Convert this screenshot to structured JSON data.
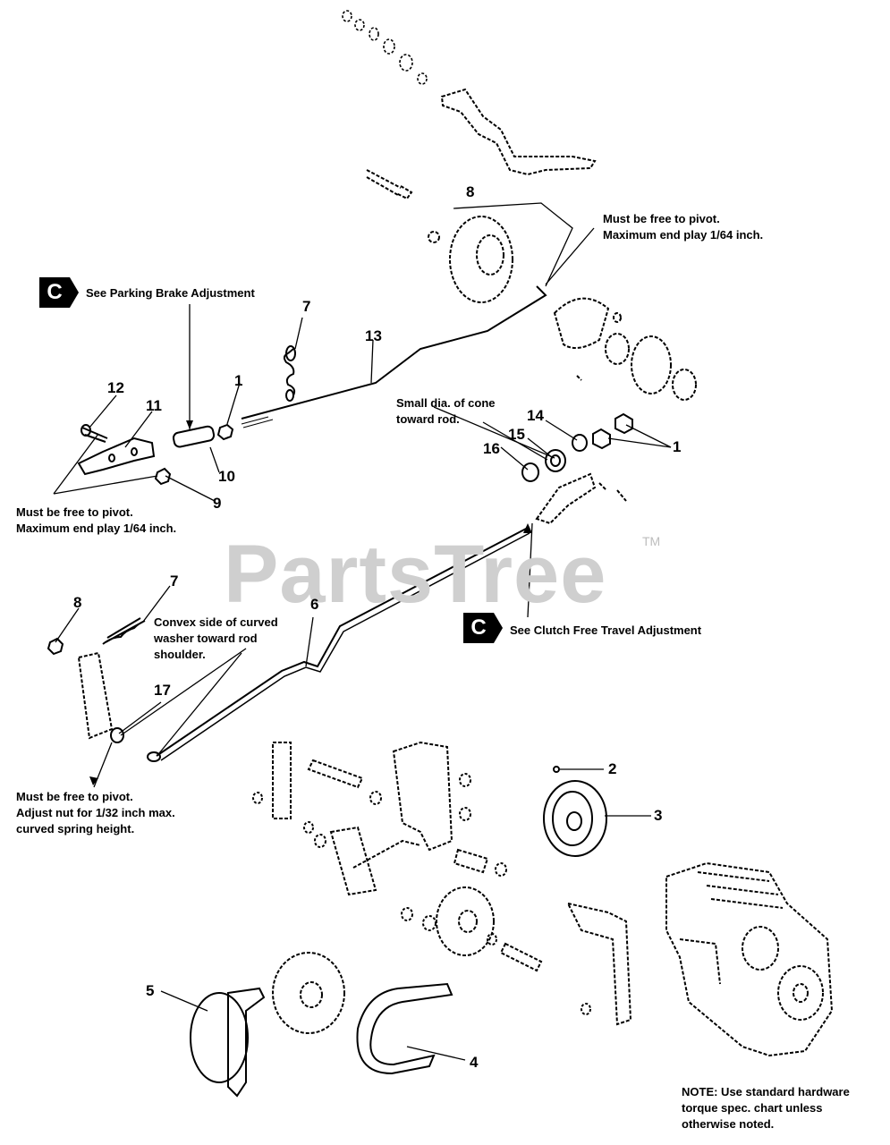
{
  "watermark": {
    "brand": "PartsTree",
    "tm": "TM"
  },
  "references": [
    {
      "badge": "C",
      "text": "See Parking Brake Adjustment"
    },
    {
      "badge": "C",
      "text": "See Clutch Free Travel Adjustment"
    }
  ],
  "notes": {
    "top_right_pivot": "Must be free to pivot.\nMaximum end play 1/64 inch.",
    "left_pivot": "Must be free to pivot.\nMaximum end play 1/64 inch.",
    "cone": "Small dia. of cone\ntoward rod.",
    "convex": "Convex side of curved\nwasher toward rod\nshoulder.",
    "bottom_left_pivot": "Must be free to pivot.\nAdjust nut for 1/32 inch max.\ncurved spring height.",
    "hardware": "NOTE: Use standard hardware\ntorque spec. chart unless\notherwise noted."
  },
  "callouts": {
    "c8_top": "8",
    "c7_top": "7",
    "c13": "13",
    "c1_mid": "1",
    "c12": "12",
    "c11": "11",
    "c10": "10",
    "c9": "9",
    "c14": "14",
    "c15": "15",
    "c16": "16",
    "c1_right": "1",
    "c8_left": "8",
    "c7_left": "7",
    "c6": "6",
    "c17": "17",
    "c2": "2",
    "c3": "3",
    "c5": "5",
    "c4": "4"
  }
}
